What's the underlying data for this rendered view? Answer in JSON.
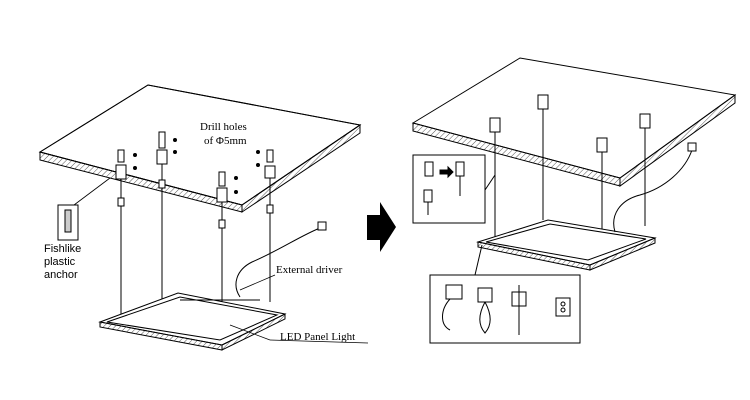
{
  "labels": {
    "drill_line1": "Drill holes",
    "drill_line2": "of Φ5mm",
    "anchor_line1": "Fishlike",
    "anchor_line2": "plastic",
    "anchor_line3": "anchor",
    "external_driver": "External driver",
    "led_panel_light": "LED Panel Light"
  },
  "icons": [
    "arrow-right-icon",
    "screw-icon",
    "anchor-icon",
    "suspension-wire-icon",
    "connector-icon"
  ],
  "colors": {
    "line": "#000000",
    "background": "#ffffff"
  }
}
